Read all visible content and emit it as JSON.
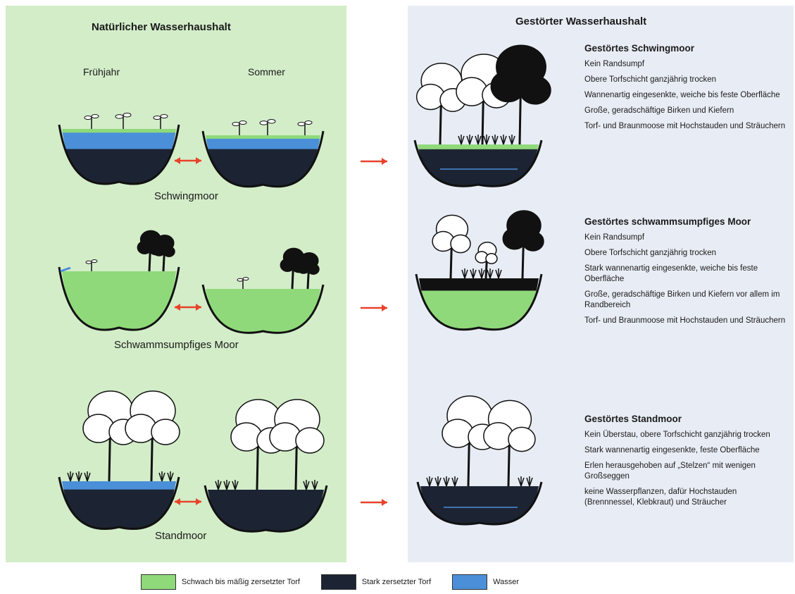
{
  "left_panel": {
    "title": "Natürlicher Wasserhaushalt",
    "season_spring": "Frühjahr",
    "season_summer": "Sommer",
    "moor_types": [
      {
        "label": "Schwingmoor"
      },
      {
        "label": "Schwammsumpfiges Moor"
      },
      {
        "label": "Standmoor"
      }
    ]
  },
  "right_panel": {
    "title": "Gestörter Wasserhaushalt",
    "disturbed": [
      {
        "heading": "Gestörtes Schwingmoor",
        "items": [
          "Kein Randsumpf",
          "Obere Torfschicht ganzjährig trocken",
          "Wannenartig eingesenkte, weiche bis feste Oberfläche",
          "Große, geradschäftige Birken und Kiefern",
          "Torf- und Braunmoose mit Hochstauden und Sträuchern"
        ]
      },
      {
        "heading": "Gestörtes schwammsumpfiges Moor",
        "items": [
          "Kein Randsumpf",
          "Obere Torfschicht ganzjährig trocken",
          "Stark wannenartig eingesenkte, weiche bis feste Oberfläche",
          "Große, geradschäftige Birken und Kiefern vor allem im Randbereich",
          "Torf- und Braunmoose mit Hochstauden und Sträuchern"
        ]
      },
      {
        "heading": "Gestörtes Standmoor",
        "items": [
          "Kein Überstau, obere Torfschicht ganzjährig trocken",
          "Stark wannenartig eingesenkte, feste Oberfläche",
          "Erlen herausgehoben auf „Stelzen“ mit wenigen Großseggen",
          "keine Wasserpflanzen, dafür Hochstauden (Brennnessel, Klebkraut) und Sträucher"
        ]
      }
    ]
  },
  "legend": [
    {
      "label": "Schwach bis mäßig zersetzter Torf",
      "color": "#8fd97a"
    },
    {
      "label": "Stark zersetzter Torf",
      "color": "#1c2433"
    },
    {
      "label": "Wasser",
      "color": "#4a8fd8"
    }
  ],
  "colors": {
    "light_peat": "#8fd97a",
    "dark_peat": "#1c2433",
    "water": "#4a8fd8",
    "arrow": "#e8422a",
    "left_bg": "#d3edc9",
    "right_bg": "#e8edf5"
  }
}
